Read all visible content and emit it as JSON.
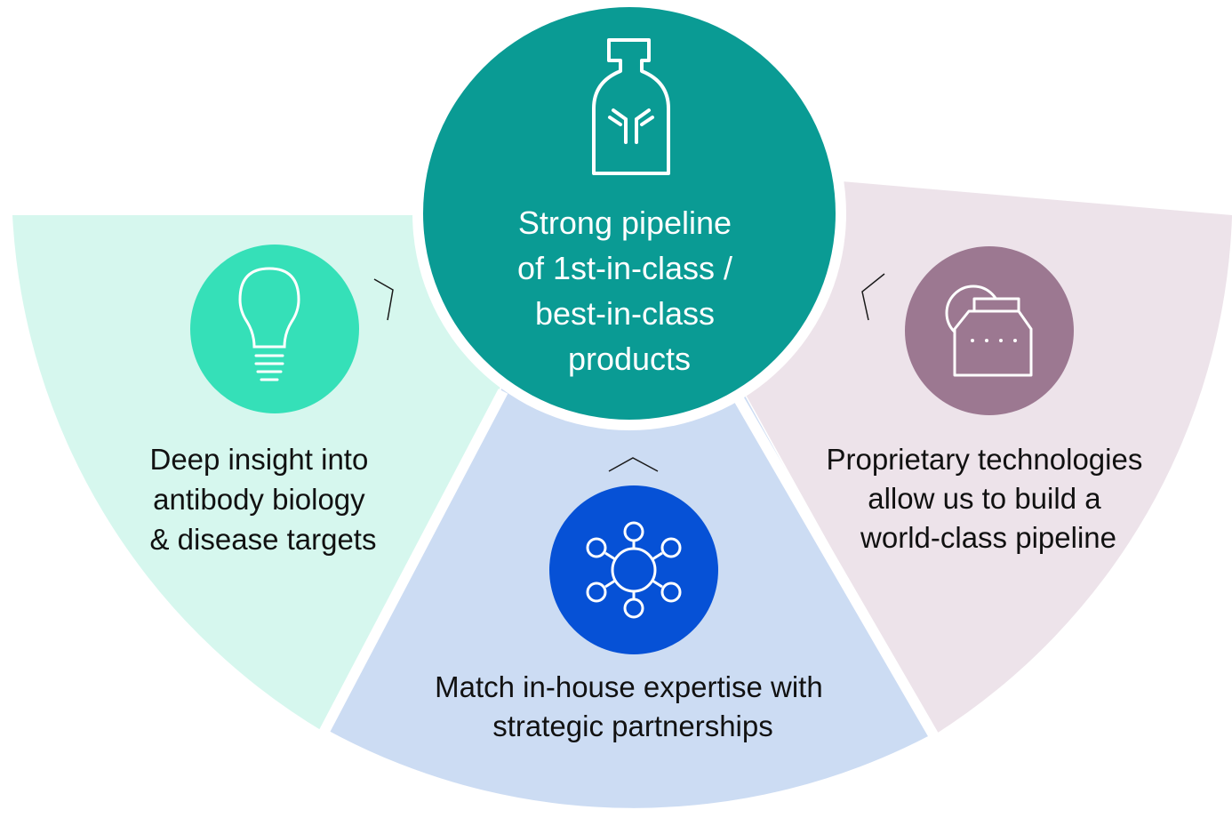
{
  "center": {
    "lines": [
      "Strong pipeline",
      "of 1st-in-class /",
      "best-in-class",
      "products"
    ],
    "color": "#0a9b94",
    "icon": "antibody-vial-icon"
  },
  "left": {
    "lines": [
      "Deep insight into",
      "antibody biology",
      "& disease targets"
    ],
    "bg_color": "#d6f7ee",
    "icon_color": "#35e0b8",
    "icon": "lightbulb-icon"
  },
  "bottom": {
    "lines": [
      "Match in-house expertise with",
      "strategic partnerships"
    ],
    "bg_color": "#ccdcf3",
    "icon_color": "#0651d6",
    "icon": "network-hub-icon"
  },
  "right": {
    "lines": [
      "Proprietary technologies",
      "allow us to build a",
      "world-class pipeline"
    ],
    "bg_color": "#ede3ea",
    "icon_color": "#9c7891",
    "icon": "lab-jar-icon"
  }
}
